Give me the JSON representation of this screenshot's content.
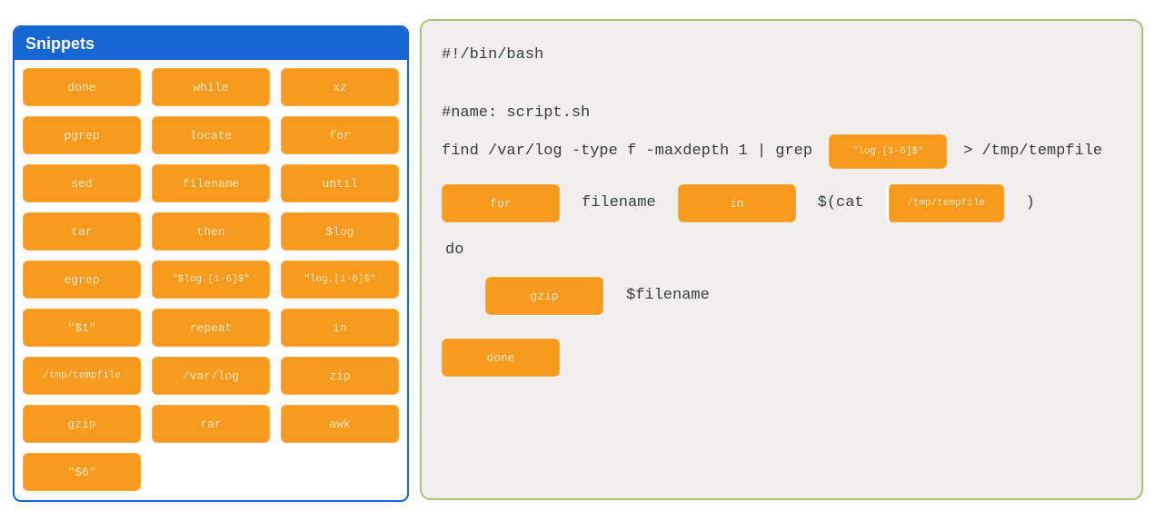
{
  "colors": {
    "blue": "#1566d2",
    "orange": "#f79a1d",
    "green": "#a3c878",
    "right_panel_bg": "#f0efed",
    "code_text": "#3b3b3b",
    "chip_text": "#ffe8bc",
    "header_text": "#ffffff"
  },
  "snippets_panel": {
    "title": "Snippets",
    "chips": [
      "done",
      "while",
      "xz",
      "pgrep",
      "locate",
      "for",
      "sed",
      "filename",
      "until",
      "tar",
      "then",
      "$log",
      "egrep",
      "\"$log.[1-6]$\"",
      "\"log.[1-6]$\"",
      "\"$1\"",
      "repeat",
      "in",
      "/tmp/tempfile",
      "/var/log",
      "zip",
      "gzip",
      "rar",
      "awk",
      "\"$6\""
    ]
  },
  "script_panel": {
    "lines": [
      {
        "segments": [
          {
            "t": "text",
            "v": "#!/bin/bash"
          }
        ]
      },
      {
        "segments": [
          {
            "t": "text",
            "v": "#name: script.sh"
          }
        ]
      },
      {
        "segments": [
          {
            "t": "text",
            "v": "find /var/log -type f -maxdepth 1 | grep"
          },
          {
            "t": "chip",
            "v": "\"log.[1-6]$\"",
            "small": true
          },
          {
            "t": "text",
            "v": "> /tmp/tempfile"
          }
        ]
      },
      {
        "segments": [
          {
            "t": "chip",
            "v": "for"
          },
          {
            "t": "text",
            "v": "filename"
          },
          {
            "t": "chip",
            "v": "in"
          },
          {
            "t": "text",
            "v": "$(cat"
          },
          {
            "t": "chip",
            "v": "/tmp/tempfile",
            "small": true,
            "notch": true
          },
          {
            "t": "text",
            "v": ")"
          }
        ]
      },
      {
        "segments": [
          {
            "t": "text",
            "v": "do"
          }
        ]
      },
      {
        "segments": [
          {
            "t": "chip",
            "v": "gzip"
          },
          {
            "t": "text",
            "v": "$filename"
          }
        ]
      },
      {
        "segments": [
          {
            "t": "chip",
            "v": "done"
          }
        ]
      }
    ]
  }
}
